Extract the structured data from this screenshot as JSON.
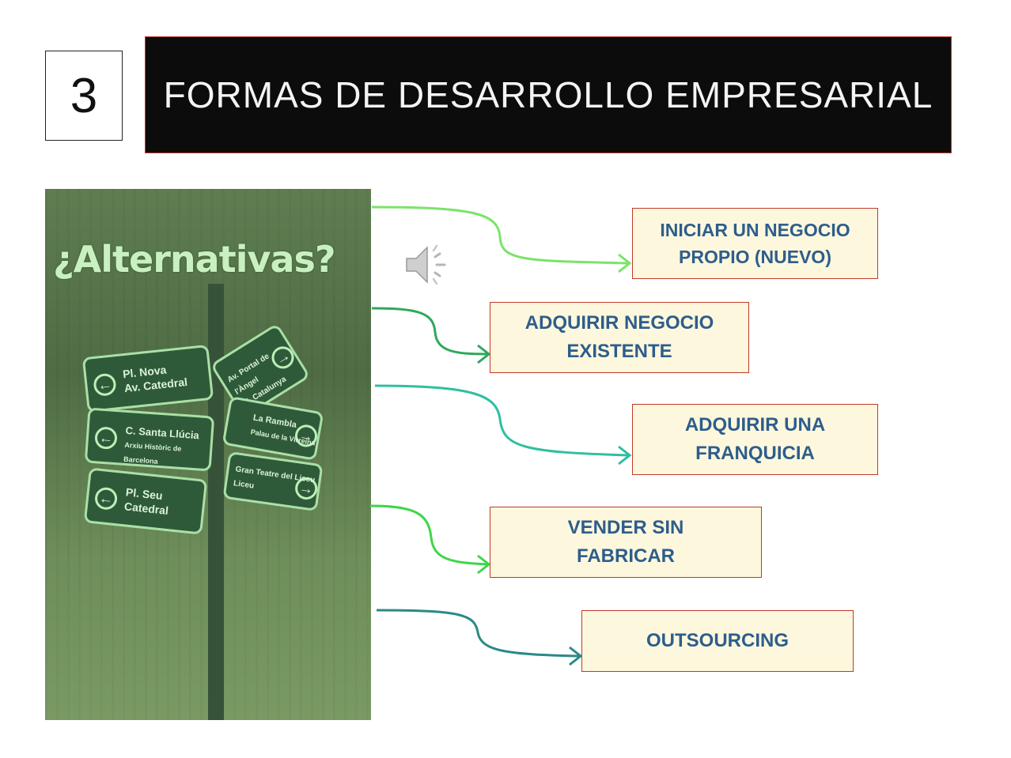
{
  "slide": {
    "number": "3",
    "title": "FORMAS DE DESARROLLO EMPRESARIAL"
  },
  "photo": {
    "heading": "¿Alternativas?",
    "signs": [
      {
        "line1": "Pl. Nova",
        "line2": "Av. Catedral"
      },
      {
        "line1": "C. Santa Llúcia",
        "line2": "Arxiu Històric de Barcelona"
      },
      {
        "line1": "Pl. Seu",
        "line2": "Catedral"
      },
      {
        "line1": "Av. Portal de l'Àngel",
        "line2": "Pl. Catalunya"
      },
      {
        "line1": "La Rambla",
        "line2": "Palau de la Virreina"
      },
      {
        "line1": "Gran Teatre del Liceu",
        "line2": "Liceu"
      }
    ]
  },
  "audio": {
    "icon": "speaker-icon"
  },
  "options": [
    {
      "label": "INICIAR UN NEGOCIO PROPIO (NUEVO)",
      "arrow_color": "#7be36a"
    },
    {
      "label": "ADQUIRIR NEGOCIO EXISTENTE",
      "arrow_color": "#2fa85a"
    },
    {
      "label": "ADQUIRIR UNA FRANQUICIA",
      "arrow_color": "#2fbfa0"
    },
    {
      "label": "VENDER SIN FABRICAR",
      "arrow_color": "#3ed64a"
    },
    {
      "label": "OUTSOURCING",
      "arrow_color": "#2a8a86"
    }
  ]
}
